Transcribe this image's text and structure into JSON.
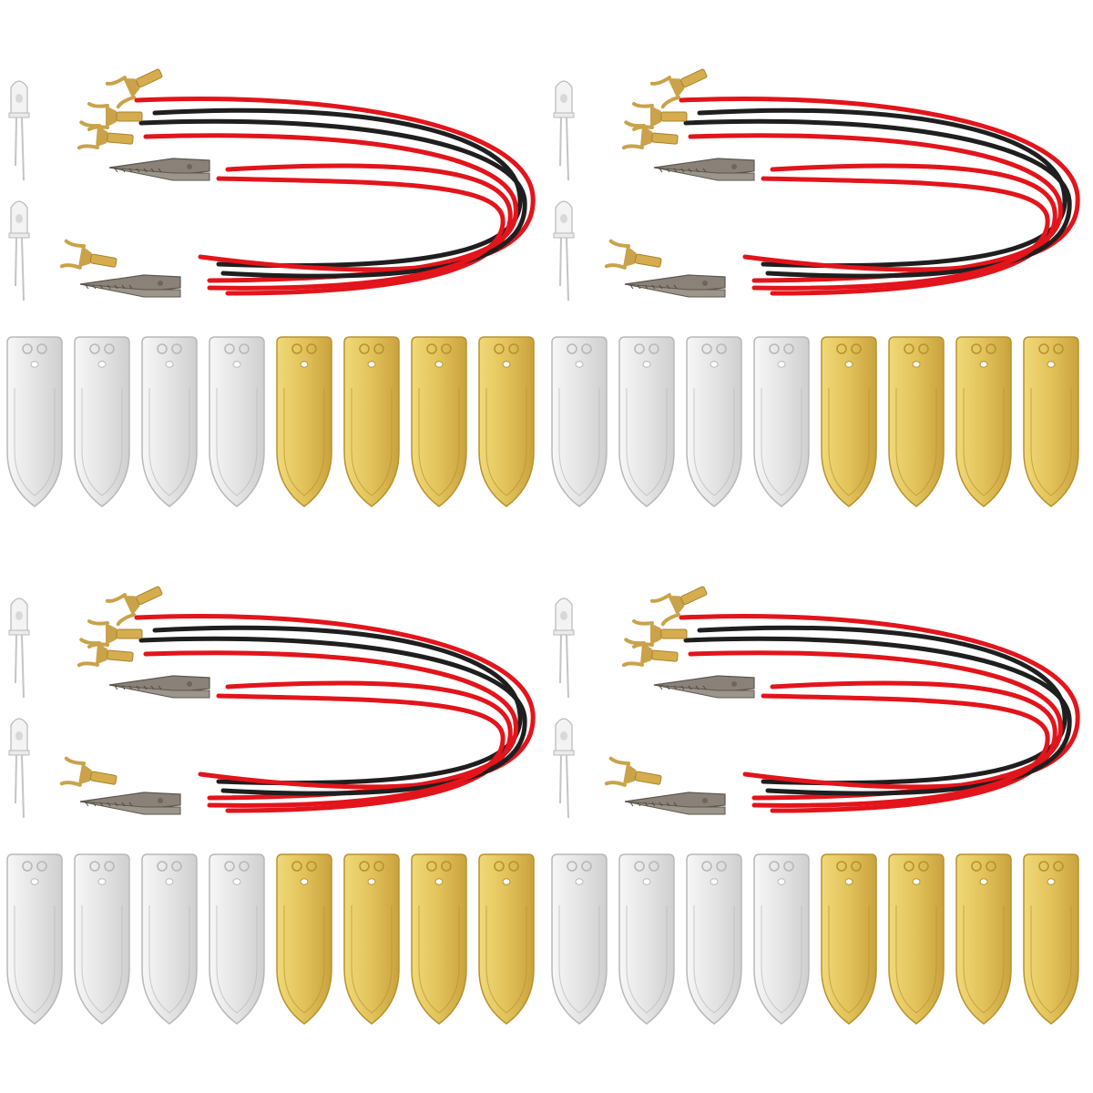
{
  "kits": [
    {
      "id": "kit-1"
    },
    {
      "id": "kit-2"
    },
    {
      "id": "kit-3"
    },
    {
      "id": "kit-4"
    }
  ],
  "kit_contents": {
    "led_count": 2,
    "spade_lead_count": 4,
    "alligator_lead_count": 2,
    "zinc_electrode_count": 4,
    "copper_electrode_count": 4
  },
  "colors": {
    "wire_red": "#e3141b",
    "wire_black": "#1f1f1f",
    "zinc": "#e4e4e4",
    "copper": "#e2c25a",
    "brass": "#c9a24a",
    "steel": "#8a8278"
  }
}
